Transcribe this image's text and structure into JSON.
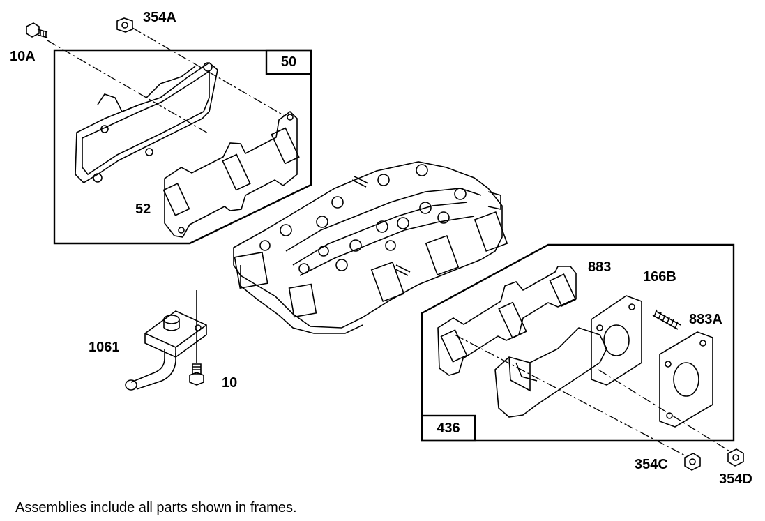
{
  "labels": {
    "p10A": "10A",
    "p354A": "354A",
    "p50": "50",
    "p52": "52",
    "p883": "883",
    "p166B": "166B",
    "p883A": "883A",
    "p1061": "1061",
    "p10": "10",
    "p436": "436",
    "p354C": "354C",
    "p354D": "354D"
  },
  "footnote": "Assemblies include all parts shown in frames."
}
